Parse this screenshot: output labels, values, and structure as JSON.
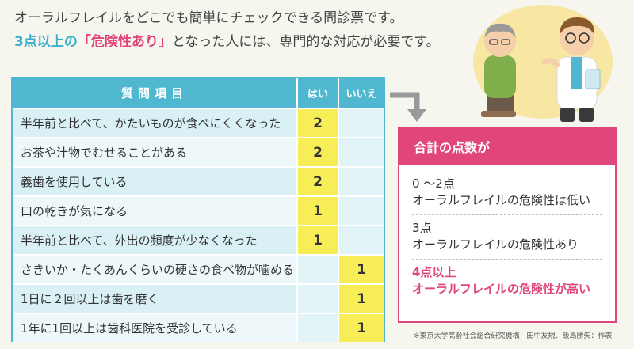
{
  "intro": {
    "line1": "オーラルフレイルをどこでも簡単にチェックできる問診票です。",
    "line2_hl1": "3点以上の",
    "line2_hl2": "「危険性あり」",
    "line2_rest": "となった人には、専門的な対応が必要です。"
  },
  "table": {
    "headers": {
      "question": "質問項目",
      "yes": "はい",
      "no": "いいえ"
    },
    "rows": [
      {
        "question": "半年前と比べて、かたいものが食べにくくなった",
        "yes": "2",
        "no": ""
      },
      {
        "question": "お茶や汁物でむせることがある",
        "yes": "2",
        "no": ""
      },
      {
        "question": "義歯を使用している",
        "yes": "2",
        "no": ""
      },
      {
        "question": "口の乾きが気になる",
        "yes": "1",
        "no": ""
      },
      {
        "question": "半年前と比べて、外出の頻度が少なくなった",
        "yes": "1",
        "no": ""
      },
      {
        "question": "さきいか・たくあんくらいの硬さの食べ物が噛める",
        "yes": "",
        "no": "1"
      },
      {
        "question": "1日に２回以上は歯を磨く",
        "yes": "",
        "no": "1"
      },
      {
        "question": "1年に1回以上は歯科医院を受診している",
        "yes": "",
        "no": "1"
      }
    ]
  },
  "score": {
    "title": "合計の点数が",
    "items": [
      {
        "points": "0 ～2点",
        "desc": "オーラルフレイルの危険性は低い"
      },
      {
        "points": "3点",
        "desc": "オーラルフレイルの危険性あり"
      },
      {
        "points": "4点以上",
        "desc": "オーラルフレイルの危険性が高い"
      }
    ]
  },
  "credit": "※東京大学高齢社会総合研究機構　田中友規、飯島勝矢：作表",
  "colors": {
    "accent_blue": "#4fb7cf",
    "accent_pink": "#e0457b",
    "highlight_yellow": "#f7ee57"
  }
}
